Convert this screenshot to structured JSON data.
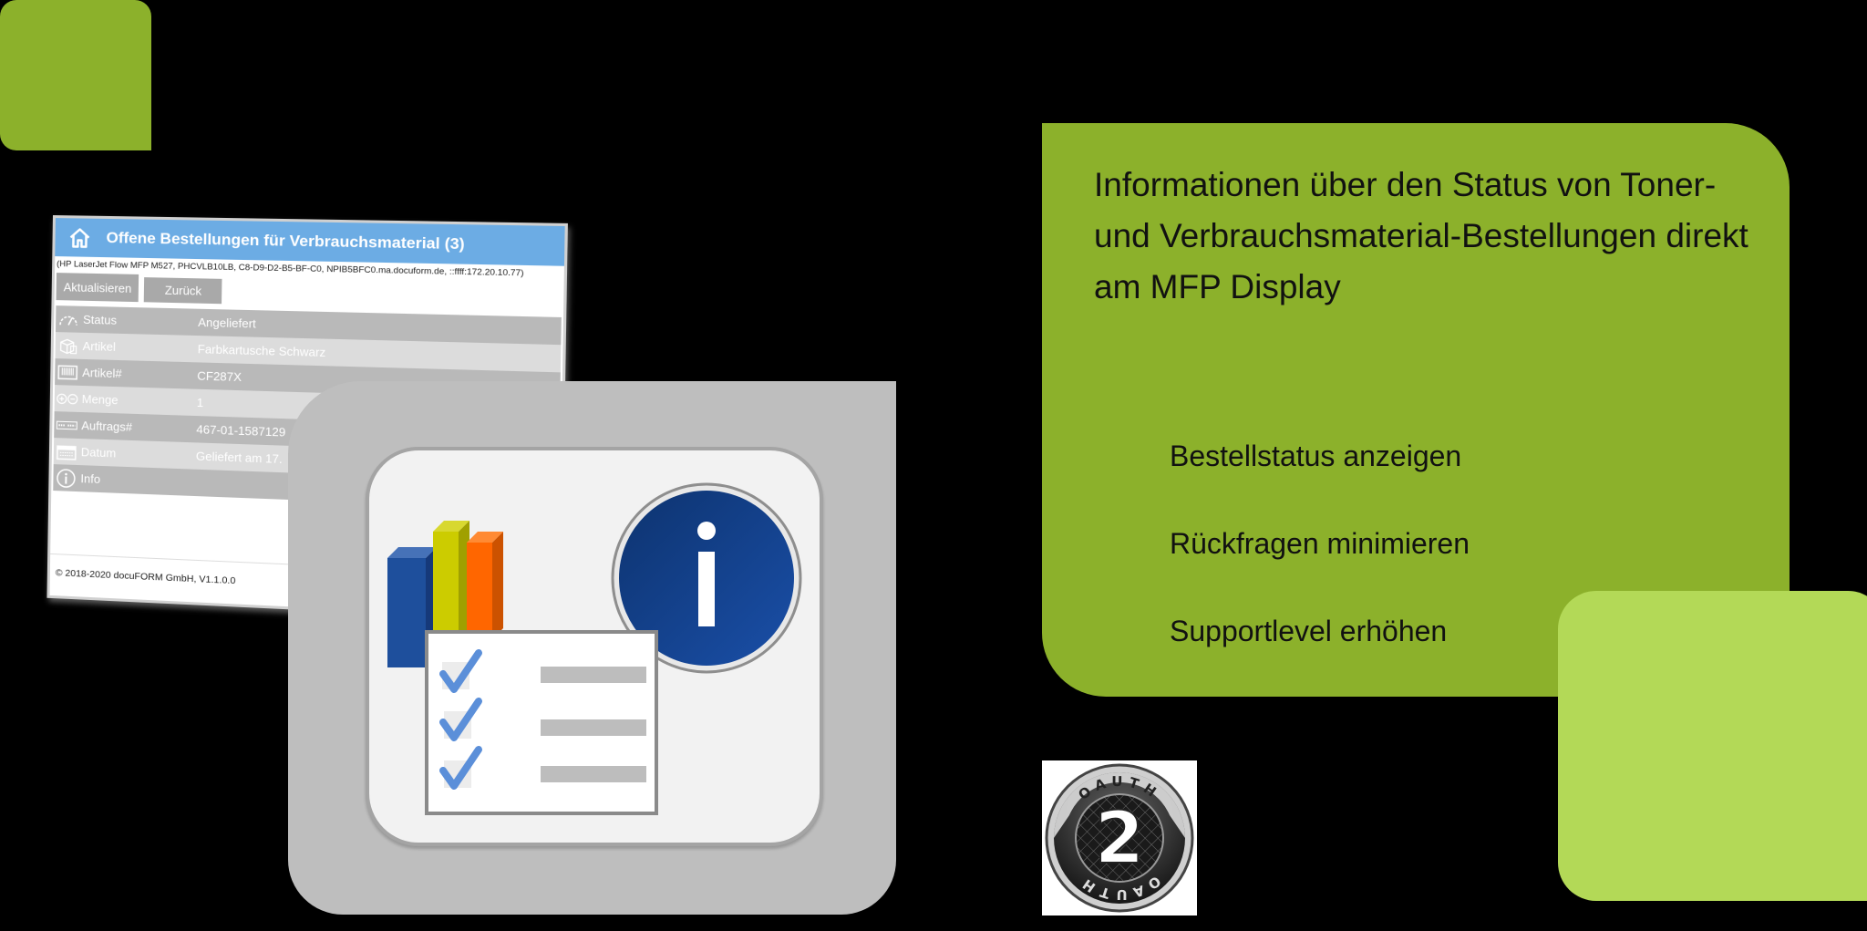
{
  "card": {
    "title": "Offene Bestellungen für Verbrauchsmaterial (3)",
    "device_info": "(HP LaserJet Flow MFP M527, PHCVLB10LB, C8-D9-D2-B5-BF-C0, NPIB5BFC0.ma.docuform.de, ::ffff:172.20.10.77)",
    "buttons": {
      "refresh": "Aktualisieren",
      "back": "Zurück"
    },
    "rows": [
      {
        "icon": "gauge-icon",
        "label": "Status",
        "value": "Angeliefert"
      },
      {
        "icon": "package-icon",
        "label": "Artikel",
        "value": "Farbkartusche Schwarz"
      },
      {
        "icon": "barcode-icon",
        "label": "Artikel#",
        "value": "CF287X"
      },
      {
        "icon": "plus-minus-icon",
        "label": "Menge",
        "value": "1"
      },
      {
        "icon": "order-number-icon",
        "label": "Auftrags#",
        "value": "467-01-1587129"
      },
      {
        "icon": "calendar-icon",
        "label": "Datum",
        "value": "Geliefert am 17."
      },
      {
        "icon": "info-icon",
        "label": "Info",
        "value": ""
      }
    ],
    "footer": "© 2018-2020 docuFORM GmbH, V1.1.0.0"
  },
  "panel": {
    "title": "Informationen über den Status von Toner- und Verbrauchsmaterial-Bestellungen direkt am MFP Display",
    "bullets": [
      "Bestellstatus anzeigen",
      "Rückfragen minimieren",
      "Supportlevel erhöhen"
    ]
  },
  "oauth": {
    "top_text": "OAUTH",
    "number": "2",
    "bottom_text": "OAUTH"
  },
  "colors": {
    "green_dark": "#8cb12b",
    "green_light": "#b3d957",
    "header_blue": "#6cace4",
    "tile_gray": "#bebebe",
    "info_blue": "#12449a",
    "bar_blue": "#1e4f9c",
    "bar_yellow": "#cccc00",
    "bar_orange": "#ff6600",
    "check_blue": "#5b8fd9"
  }
}
